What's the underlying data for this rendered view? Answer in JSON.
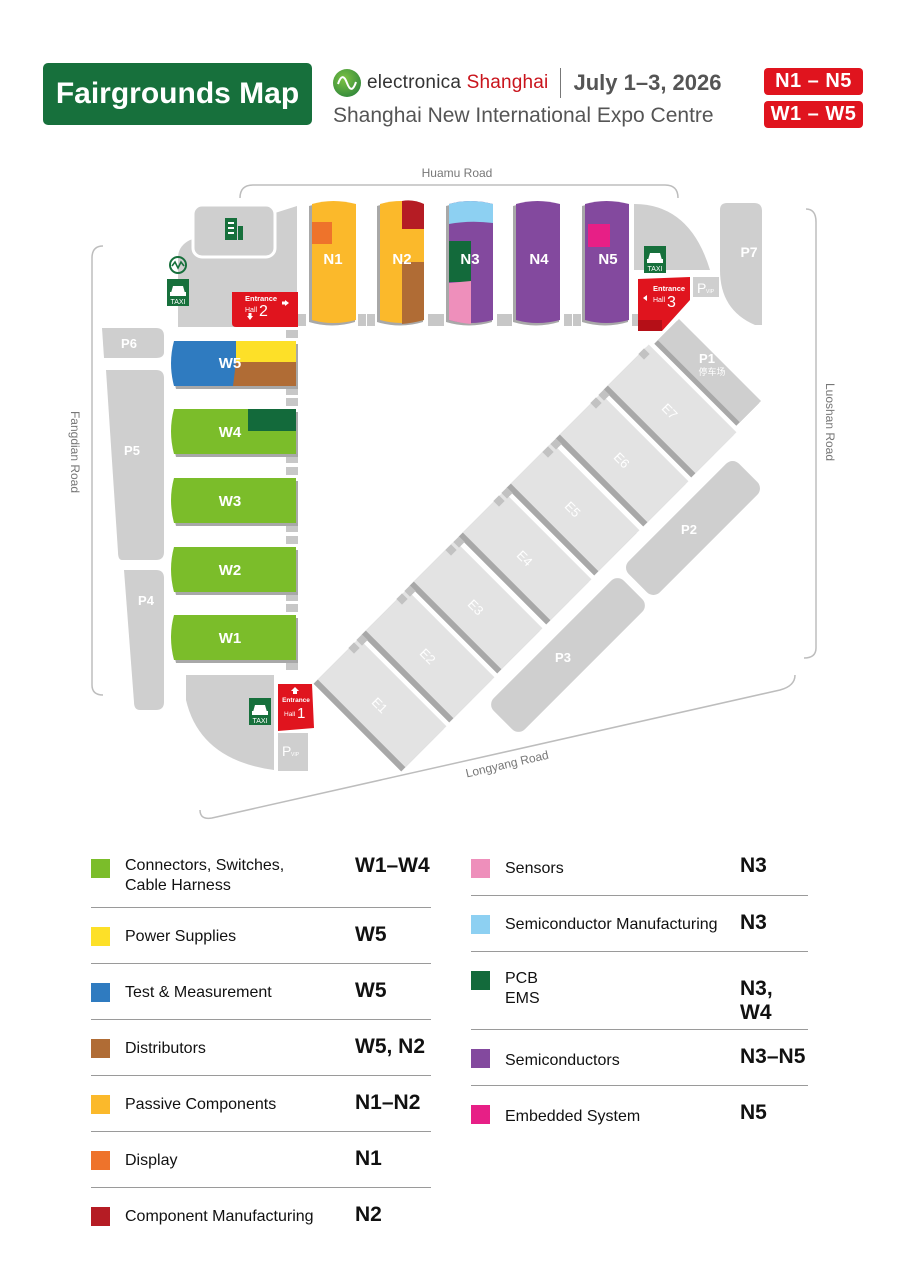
{
  "header": {
    "title": "Fairgrounds Map",
    "brand_prefix": "electronica",
    "brand_city": "Shanghai",
    "dates": "July 1–3, 2026",
    "venue": "Shanghai New International Expo Centre",
    "hall_tags": [
      "N1 – N5",
      "W1 – W5"
    ]
  },
  "map": {
    "roads": {
      "north": "Huamu Road",
      "west": "Fangdian Road",
      "east": "Luoshan Road",
      "south": "Longyang Road"
    },
    "north_halls": [
      "N1",
      "N2",
      "N3",
      "N4",
      "N5"
    ],
    "west_halls": [
      "W5",
      "W4",
      "W3",
      "W2",
      "W1"
    ],
    "east_halls": [
      "E1",
      "E2",
      "E3",
      "E4",
      "E5",
      "E6",
      "E7"
    ],
    "parking": {
      "p1": "P1",
      "p1_cn": "停车场",
      "p2": "P2",
      "p3": "P3",
      "p4": "P4",
      "p5": "P5",
      "p6": "P6",
      "p7": "P7",
      "pvip_p": "P",
      "pvip_sub": "VIP"
    },
    "entrances": [
      {
        "label": "Entrance",
        "hall": "Hall",
        "number": "1"
      },
      {
        "label": "Entrance",
        "hall": "Hall",
        "number": "2"
      },
      {
        "label": "Entrance",
        "hall": "Hall",
        "number": "3"
      }
    ],
    "taxi_label": "TAXI",
    "icons": [
      "metro-icon",
      "taxi-icon",
      "office-building-icon",
      "arrow-icon"
    ]
  },
  "legend": {
    "left": [
      {
        "label": "Connectors, Switches,",
        "label2": "Cable Harness",
        "halls": "W1–W4",
        "color": "#7bbd2a"
      },
      {
        "label": "Power Supplies",
        "halls": "W5",
        "color": "#fde028"
      },
      {
        "label": "Test & Measurement",
        "halls": "W5",
        "color": "#2f7bc0"
      },
      {
        "label": "Distributors",
        "halls": "W5, N2",
        "color": "#b06c35"
      },
      {
        "label": "Passive Components",
        "halls": "N1–N2",
        "color": "#fbb92b"
      },
      {
        "label": "Display",
        "halls": "N1",
        "color": "#ee732b"
      },
      {
        "label": "Component Manufacturing",
        "halls": "N2",
        "color": "#b51c24"
      }
    ],
    "right": [
      {
        "label": "Sensors",
        "halls": "N3",
        "color": "#ee8fbb"
      },
      {
        "label": "Semiconductor Manufacturing",
        "halls": "N3",
        "color": "#8dd0f2"
      },
      {
        "label": "PCB",
        "label2": "EMS",
        "halls": "N3, W4",
        "color": "#136a3b"
      },
      {
        "label": "Semiconductors",
        "halls": "N3–N5",
        "color": "#83499e"
      },
      {
        "label": "Embedded System",
        "halls": "N5",
        "color": "#e71f86"
      }
    ]
  },
  "colors": {
    "title_green": "#17703c",
    "tag_red": "#e0141e",
    "entrance_red": "#e0141e",
    "gray_block": "#cfcfcf",
    "east_hall": "#e3e3e3"
  }
}
